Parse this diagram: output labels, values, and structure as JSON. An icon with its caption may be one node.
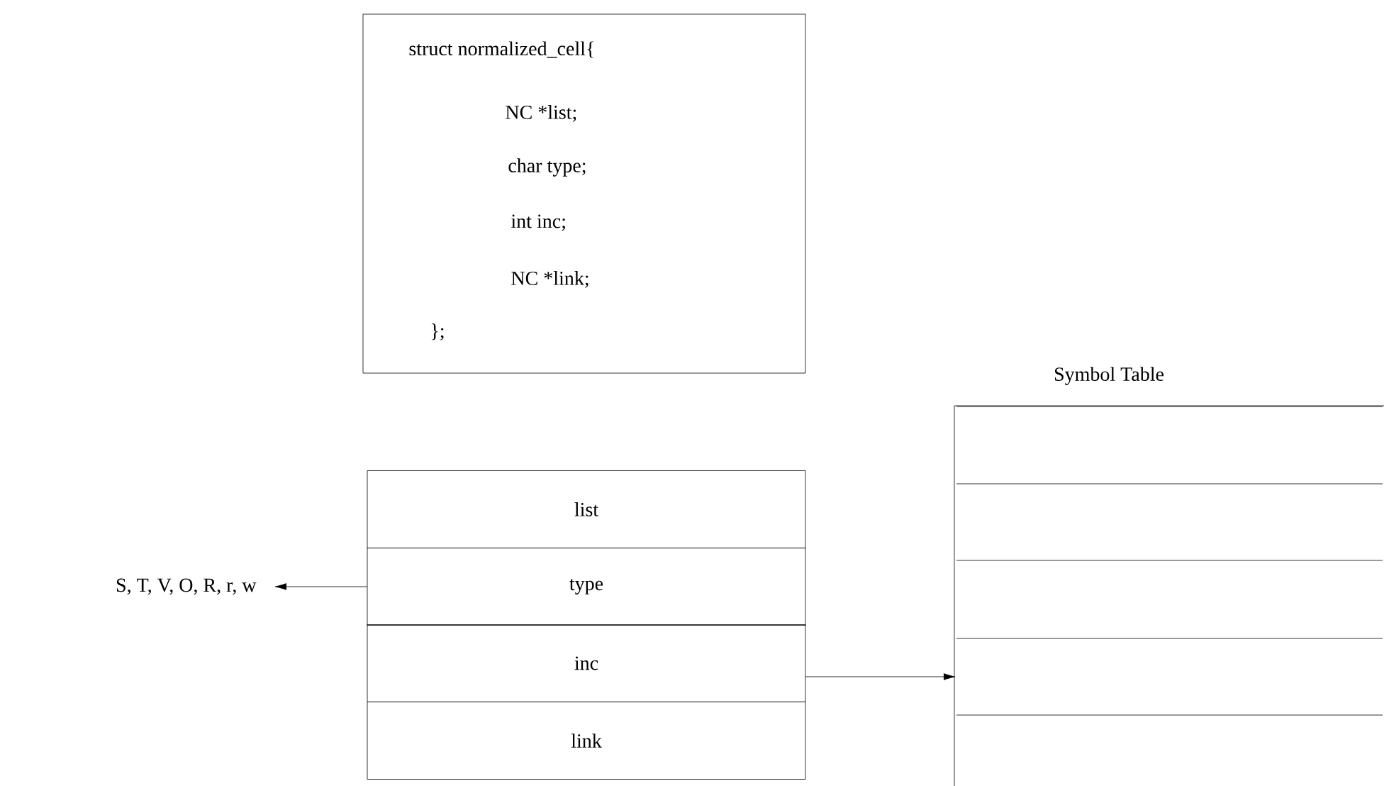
{
  "diagram": {
    "nodes": [
      {
        "text": [
          "struct normalized_cell{",
          "NC *list;",
          "char type;",
          "int inc;",
          "NC *link;",
          "};"
        ]
      },
      {
        "text": [
          "list"
        ]
      },
      {
        "text": [
          "type"
        ]
      },
      {
        "text": [
          "inc"
        ]
      },
      {
        "text": [
          "link"
        ]
      },
      {
        "text": [
          "S, T, V, O, R, r, w"
        ]
      },
      {
        "text": [
          "Symbol Table"
        ]
      },
      {
        "text": [],
        "shape": "box",
        "in": 6
      },
      {
        "text": [],
        "shape": "box",
        "in": 6
      },
      {
        "text": [],
        "shape": "box",
        "in": 6
      },
      {
        "text": [],
        "shape": "box",
        "in": 6
      },
      {
        "text": [],
        "shape": "box",
        "in": 6
      }
    ],
    "edges": [
      {
        "from": 2,
        "to": 5,
        "arrow": "to"
      },
      {
        "from": 3,
        "to": 10,
        "arrow": "to"
      }
    ]
  }
}
